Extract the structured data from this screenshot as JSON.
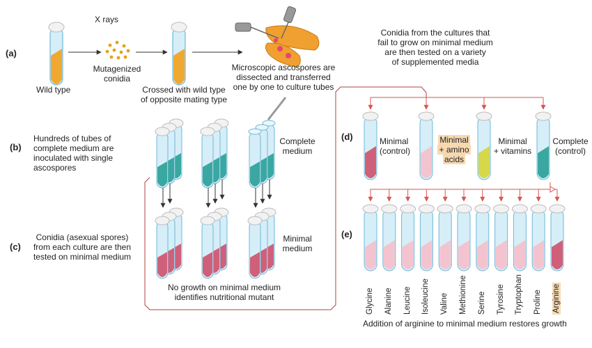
{
  "parts": {
    "a": "(a)",
    "b": "(b)",
    "c": "(c)",
    "d": "(d)",
    "e": "(e)"
  },
  "labels": {
    "x_rays": "X rays",
    "wild_type": "Wild type",
    "mutagenized_1": "Mutagenized",
    "mutagenized_2": "conidia",
    "crossed_1": "Crossed with wild type",
    "crossed_2": "of opposite mating type",
    "micro_1": "Microscopic ascospores are",
    "micro_2": "dissected and transferred",
    "micro_3": "one by one to culture tubes",
    "fail_1": "Conidia from the cultures that",
    "fail_2": "fail to grow on minimal medium",
    "fail_3": "are then tested on a variety",
    "fail_4": "of supplemented media",
    "hundreds_1": "Hundreds of tubes of",
    "hundreds_2": "complete medium are",
    "hundreds_3": "inoculated with single",
    "hundreds_4": "ascospores",
    "complete_1": "Complete",
    "complete_2": "medium",
    "minimal_1": "Minimal",
    "minimal_2": "medium",
    "conidia_1": "Conidia (asexual spores)",
    "conidia_2": "from each culture are then",
    "conidia_3": "tested on minimal medium",
    "nogrowth_1": "No growth on minimal medium",
    "nogrowth_2": "identifies nutritional mutant",
    "d_minimal_1": "Minimal",
    "d_minimal_2": "(control)",
    "d_amino_1": "Minimal",
    "d_amino_2": "+ amino",
    "d_amino_3": "acids",
    "d_vit_1": "Minimal",
    "d_vit_2": "+ vitamins",
    "d_complete_1": "Complete",
    "d_complete_2": "(control)",
    "conclusion": "Addition of arginine to minimal medium restores growth"
  },
  "amino_acids": [
    "Glycine",
    "Alanine",
    "Leucine",
    "Isoleucine",
    "Valine",
    "Methionine",
    "Serine",
    "Tyrosine",
    "Tryptophan",
    "Proline",
    "Arginine"
  ],
  "colors": {
    "tube_glass": "#d6eef8",
    "tube_edge": "#6fb8d8",
    "cap": "#f2f2f2",
    "wild_medium": "#f0a830",
    "complete_medium": "#3aa8a0",
    "minimal_no_growth": "#d0607a",
    "pale_pink": "#f3c4cf",
    "vitamin_yellow": "#d6d84a",
    "highlight": "#f7d9b0",
    "arrow_red": "#d9534f",
    "connector": "#b04040",
    "spores": "#e6a01c",
    "ascus": "#f0a030"
  }
}
